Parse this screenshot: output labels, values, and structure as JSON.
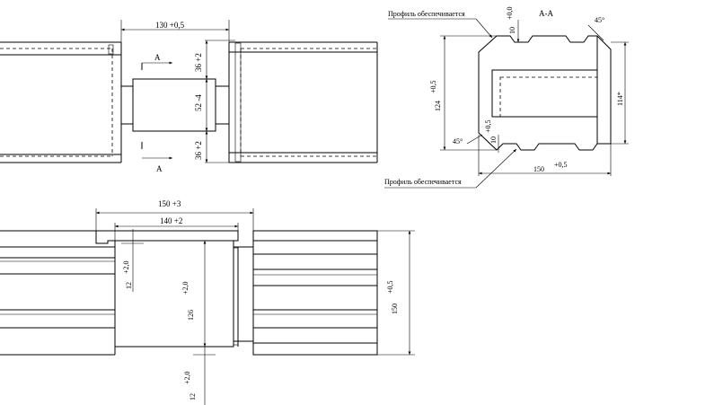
{
  "labels": {
    "top_dim_width": "130 +0,5",
    "top_dim_upper": "36 +2",
    "top_dim_middle": "52 -4",
    "top_dim_lower": "36 +2",
    "section_mark_top": "A",
    "section_mark_bottom": "A",
    "section_title": "A-A",
    "profile_note_top": "Профиль обеспечивается",
    "profile_note_bottom": "Профиль обеспечивается",
    "sec_tol_top": "+0,0",
    "sec_dim_top": "10",
    "sec_angle_top": "45°",
    "sec_tol_left": "+0,5",
    "sec_dim_left": "124",
    "sec_dim_right": "114*",
    "sec_angle_bottom": "45°",
    "sec_tol_bottom_v": "+0,5",
    "sec_dim_bottom_v": "10",
    "sec_dim_width": "150",
    "sec_tol_width": "+0,5",
    "bot_dim_outer": "150 +3",
    "bot_dim_inner": "140 +2",
    "bot_tol_left": "+2,0",
    "bot_dim_left": "12",
    "bot_tol_mid": "+2,0",
    "bot_dim_mid": "126",
    "bot_tol_right": "+0,5",
    "bot_dim_right": "150",
    "bot_tol_low": "+2,0",
    "bot_dim_low": "12"
  }
}
